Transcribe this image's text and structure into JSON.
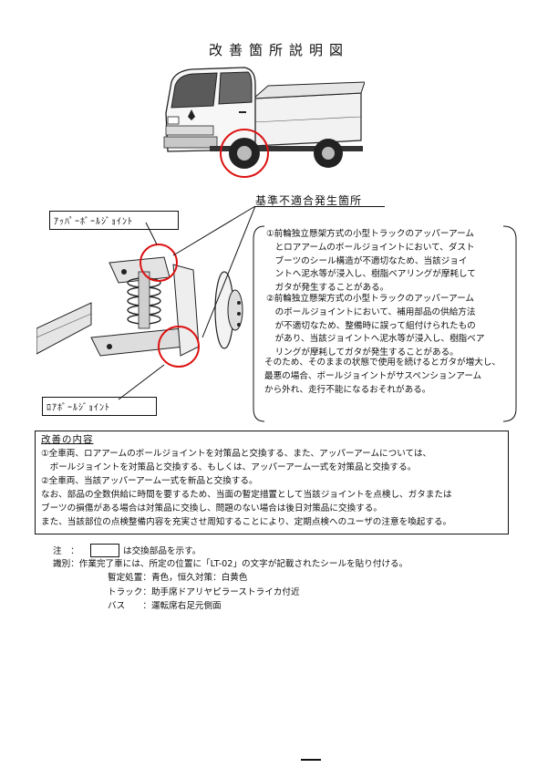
{
  "title": "改善箇所説明図",
  "callouts": {
    "upper": "ｱｯﾊﾟｰﾎﾞｰﾙｼﾞｮｲﾝﾄ",
    "lower": "ﾛｱﾎﾞｰﾙｼﾞｮｲﾝﾄ"
  },
  "defect": {
    "heading": "基準不適合発生箇所",
    "item1": "①前輪独立懸架方式の小型トラックのアッパーアーム\n　とロアアームのボールジョイントにおいて、ダスト\n　ブーツのシール構造が不適切なため、当該ジョイ\n　ントへ泥水等が浸入し、樹脂ベアリングが摩耗して\n　ガタが発生することがある。",
    "item2": "②前輪独立懸架方式の小型トラックのアッパーアーム\n　のボールジョイントにおいて、補用部品の供給方法\n　が不適切なため、整備時に誤って組付けられたもの\n　があり、当該ジョイントへ泥水等が浸入し、樹脂ベア\n　リングが摩耗してガタが発生することがある。",
    "conclusion": "そのため、そのままの状態で使用を続けるとガタが増大し、\n最悪の場合、ボールジョイントがサスペンションアーム\nから外れ、走行不能になるおそれがある。"
  },
  "improvement": {
    "heading": "改善の内容",
    "body": "①全車両、ロアアームのボールジョイントを対策品と交換する、また、アッパーアームについては、\n　ボールジョイントを対策品と交換する、もしくは、アッパーアーム一式を対策品と交換する。\n②全車両、当該アッパーアーム一式を新品と交換する。\nなお、部品の全数供給に時間を要するため、当面の暫定措置として当該ジョイントを点検し、ガタまたは\nブーツの損傷がある場合は対策品に交換し、問題のない場合は後日対策品に交換する。\nまた、当該部位の点検整備内容を充実させ周知することにより、定期点検へのユーザの注意を喚起する。"
  },
  "notes": {
    "note_label": "注　：",
    "note_desc": "は交換部品を示す。",
    "ident_label": "識別：作業完了車には、所定の位置に「LT-02」の文字が記載されたシールを貼り付ける。",
    "ident_lines": "暫定処置：青色，恒久対策：白黄色\nトラック：助手席ドアリヤピラーストライカ付近\nバス　　：運転席右足元側面"
  }
}
